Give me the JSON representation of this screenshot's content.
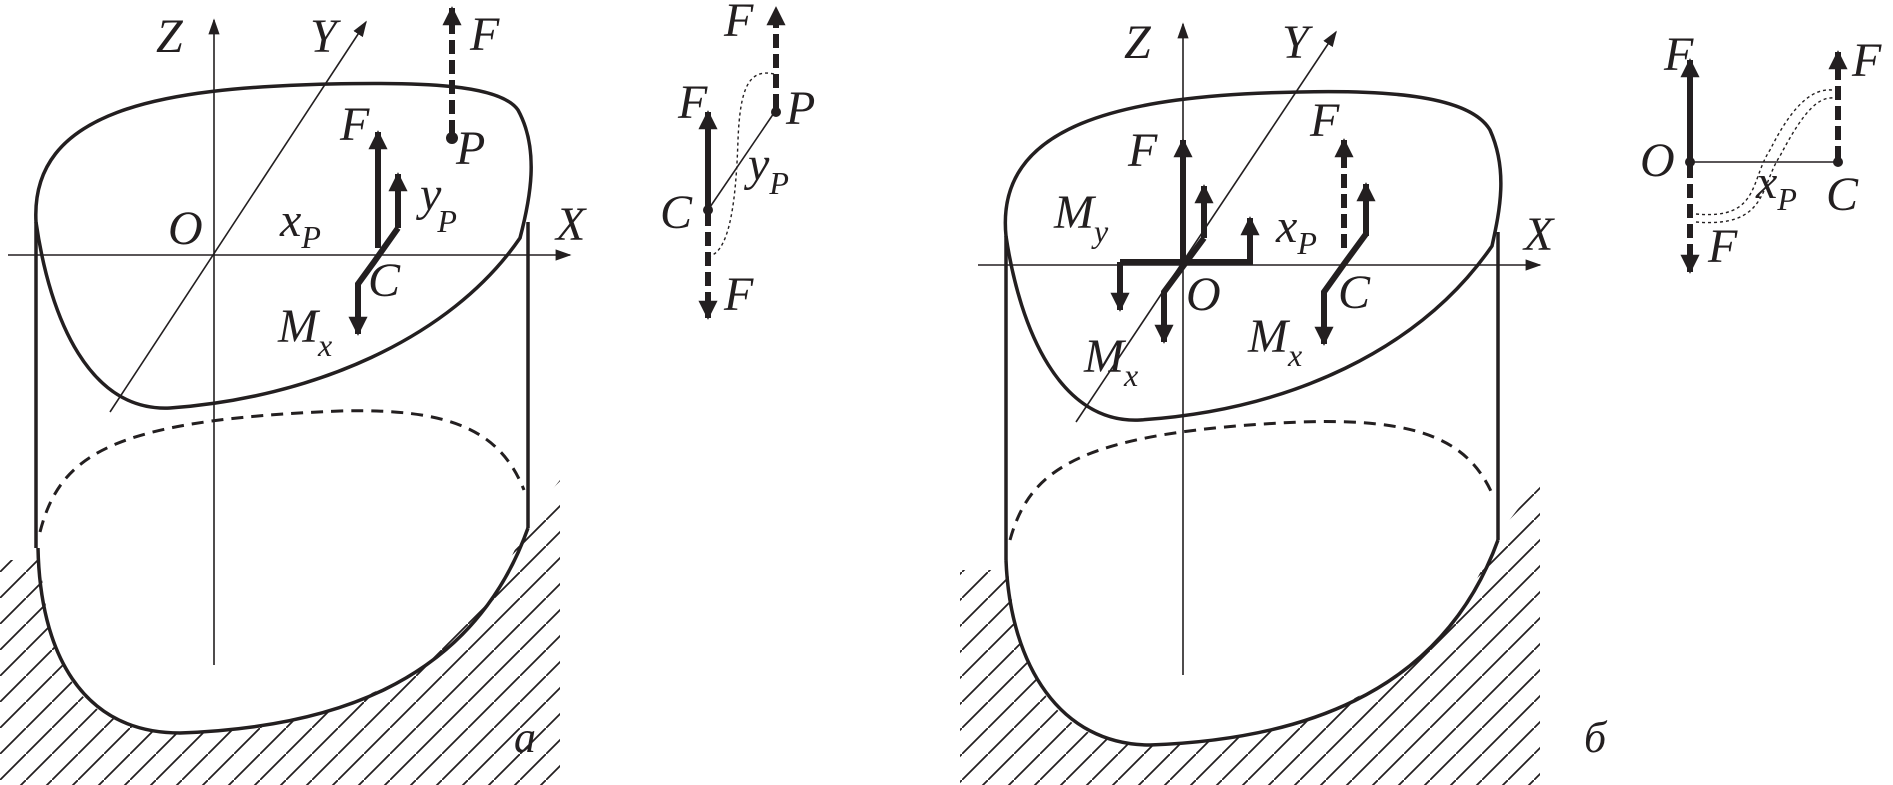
{
  "figure_a": {
    "axes": {
      "x": "X",
      "y": "Y",
      "z": "Z"
    },
    "points": {
      "origin": "O",
      "centroid": "C",
      "load": "P"
    },
    "force": "F",
    "moment_x": {
      "main": "M",
      "sub": "x"
    },
    "xp": {
      "main": "x",
      "sub": "P"
    },
    "yp": {
      "main": "y",
      "sub": "P"
    },
    "inset": {
      "force_top": "F",
      "force_bottom": "F",
      "point_c": "C",
      "point_p": "P",
      "yp": {
        "main": "y",
        "sub": "P"
      }
    },
    "caption": "а"
  },
  "figure_b": {
    "axes": {
      "x": "X",
      "y": "Y",
      "z": "Z"
    },
    "points": {
      "origin": "O",
      "centroid": "C"
    },
    "force_o": "F",
    "force_c": "F",
    "moment_y": {
      "main": "M",
      "sub": "y"
    },
    "moment_x_o": {
      "main": "M",
      "sub": "x"
    },
    "moment_x_c": {
      "main": "M",
      "sub": "x"
    },
    "xp": {
      "main": "x",
      "sub": "P"
    },
    "inset": {
      "force_left": "F",
      "force_right": "F",
      "force_bottom": "F",
      "point_o": "O",
      "point_c": "C",
      "xp": {
        "main": "x",
        "sub": "P"
      }
    },
    "caption": "б"
  },
  "colors": {
    "ink": "#231f20",
    "background": "#ffffff"
  }
}
